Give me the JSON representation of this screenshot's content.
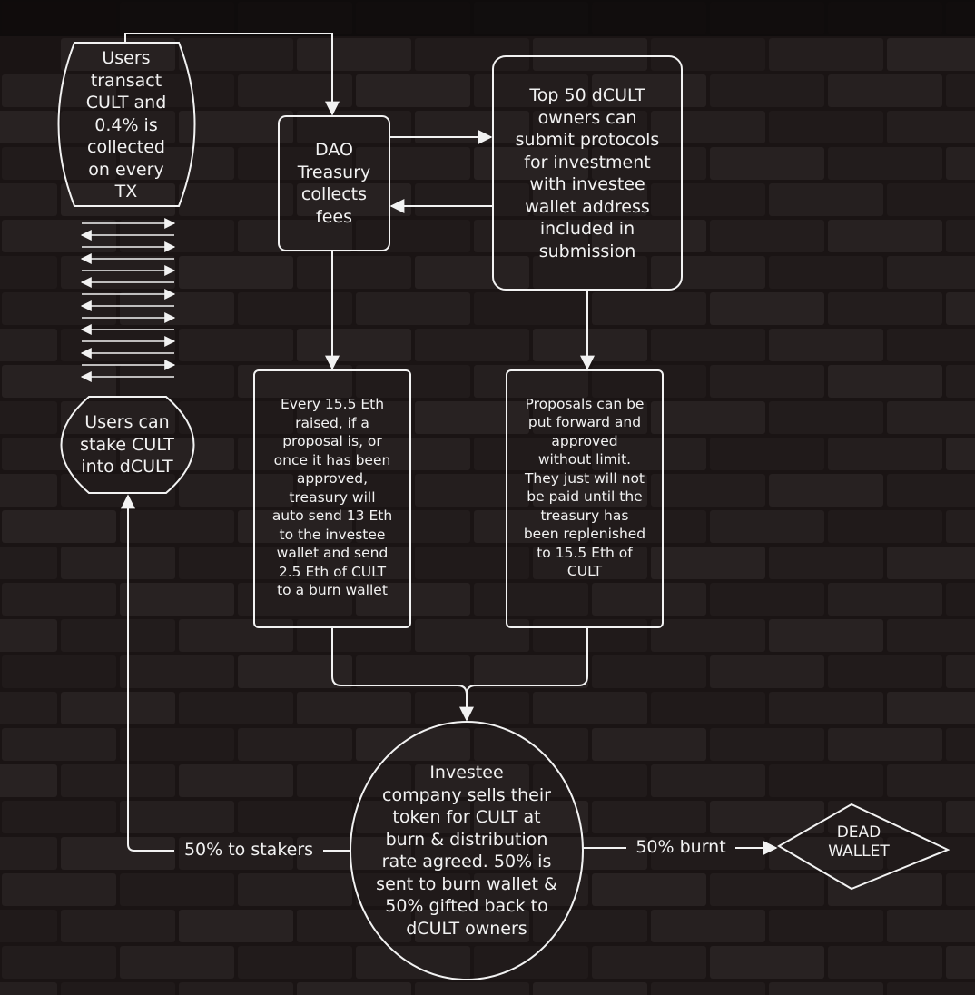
{
  "colors": {
    "background": "#1a1414",
    "stroke": "#f2f2f2",
    "text": "#f2f2f2",
    "brick": "#231c1c",
    "mortar": "#120e0e"
  },
  "nodes": {
    "users_transact": "Users\ntransact\nCULT and\n0.4% is\ncollected\non every\nTX",
    "users_stake": "Users can\nstake CULT\ninto dCULT",
    "dao_treasury": "DAO\nTreasury\ncollects\nfees",
    "top50": "Top 50 dCULT\nowners can\nsubmit protocols\nfor investment\nwith investee\nwallet address\nincluded in\nsubmission",
    "every155": "Every 15.5 Eth\nraised, if a\nproposal is, or\nonce it has been\napproved,\ntreasury will\nauto send 13 Eth\nto the investee\nwallet and send\n2.5 Eth of CULT\nto a burn wallet",
    "proposals": "Proposals can be\nput forward and\napproved\nwithout limit.\nThey just will not\nbe paid until the\ntreasury has\nbeen replenished\nto 15.5 Eth of\nCULT",
    "investee": "Investee\ncompany sells their\ntoken for CULT at\nburn & distribution\nrate agreed. 50% is\nsent to burn wallet &\n50% gifted back to\ndCULT owners",
    "dead_wallet": "DEAD\nWALLET"
  },
  "edge_labels": {
    "to_stakers": "50% to stakers",
    "burnt": "50% burnt"
  }
}
